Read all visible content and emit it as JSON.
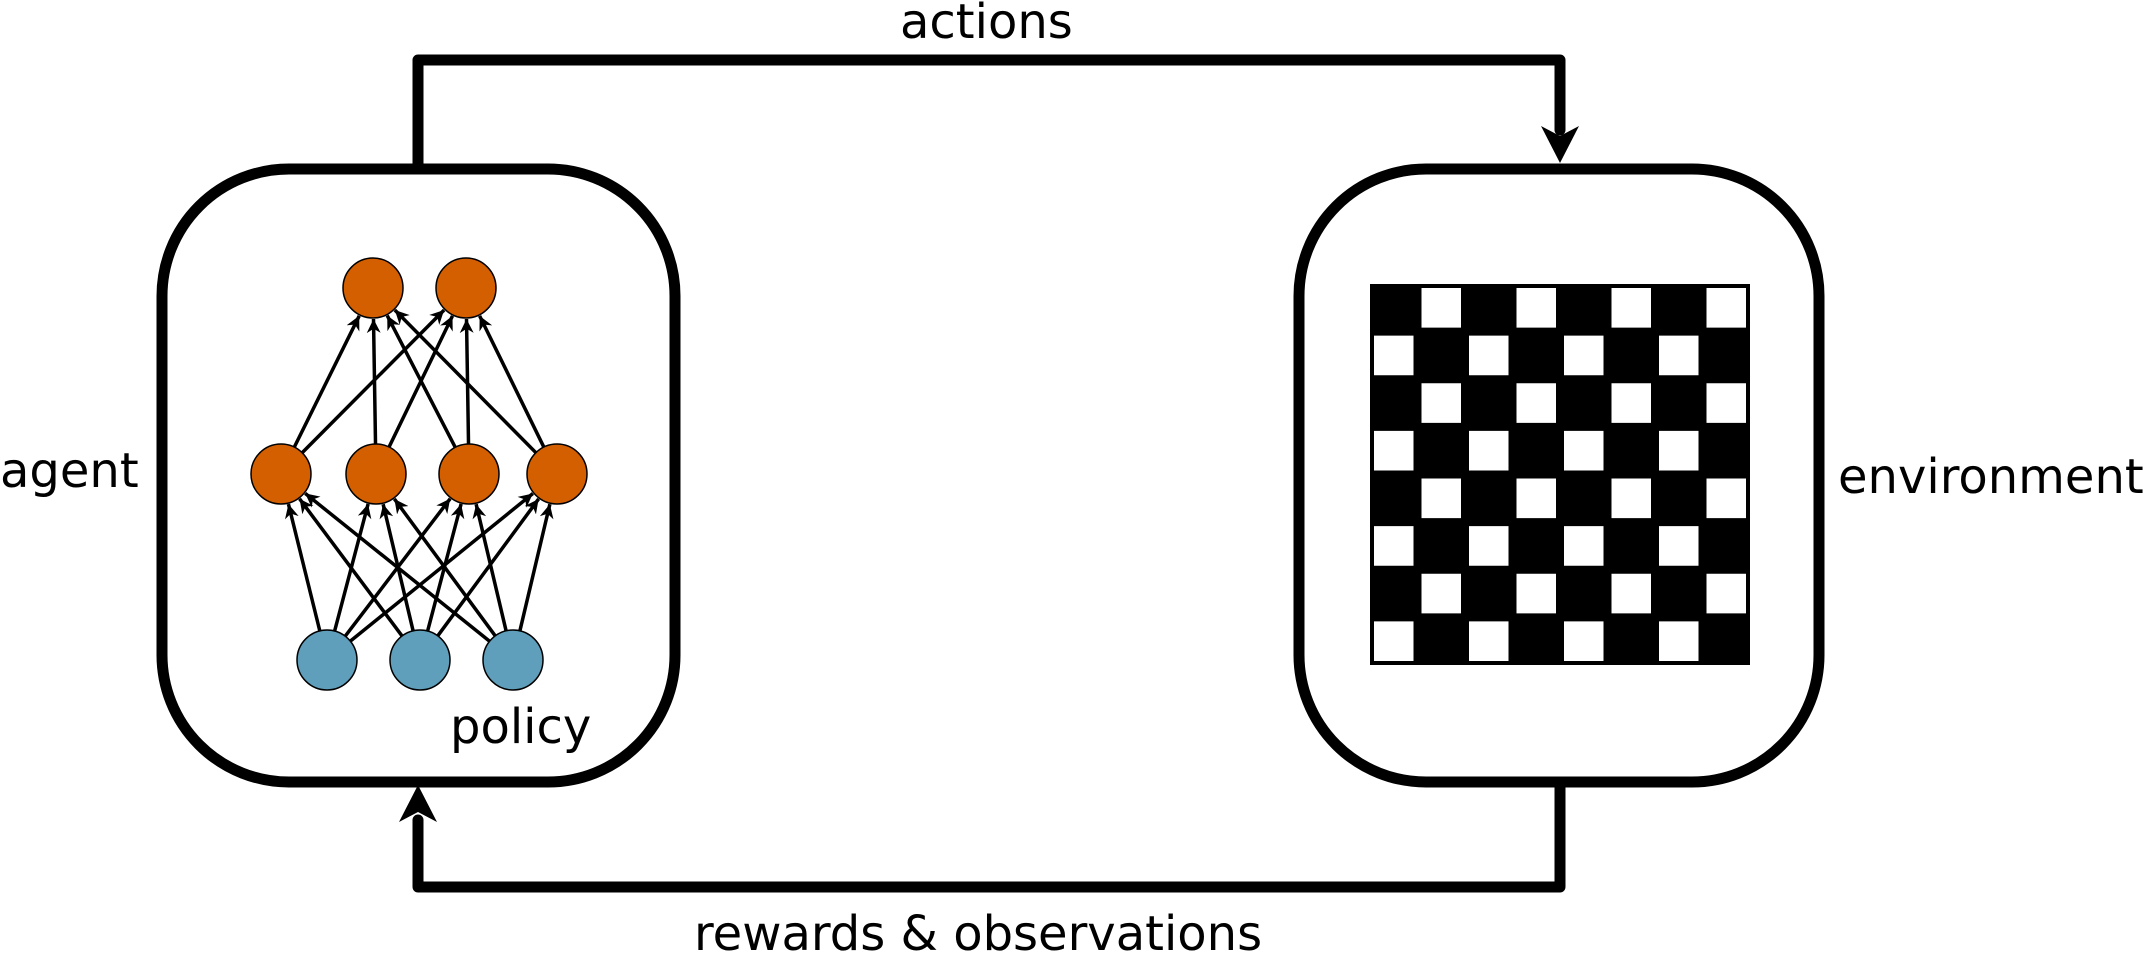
{
  "labels": {
    "actions": "actions",
    "agent": "agent",
    "environment": "environment",
    "policy": "policy",
    "rewards": "rewards & observations"
  },
  "colors": {
    "stroke": "#000000",
    "hidden_node": "#d45f00",
    "input_node": "#5f9fbb",
    "background": "#ffffff"
  },
  "network": {
    "input_count": 3,
    "hidden_count": 4,
    "output_count": 2
  },
  "board": {
    "rows": 8,
    "cols": 8
  }
}
